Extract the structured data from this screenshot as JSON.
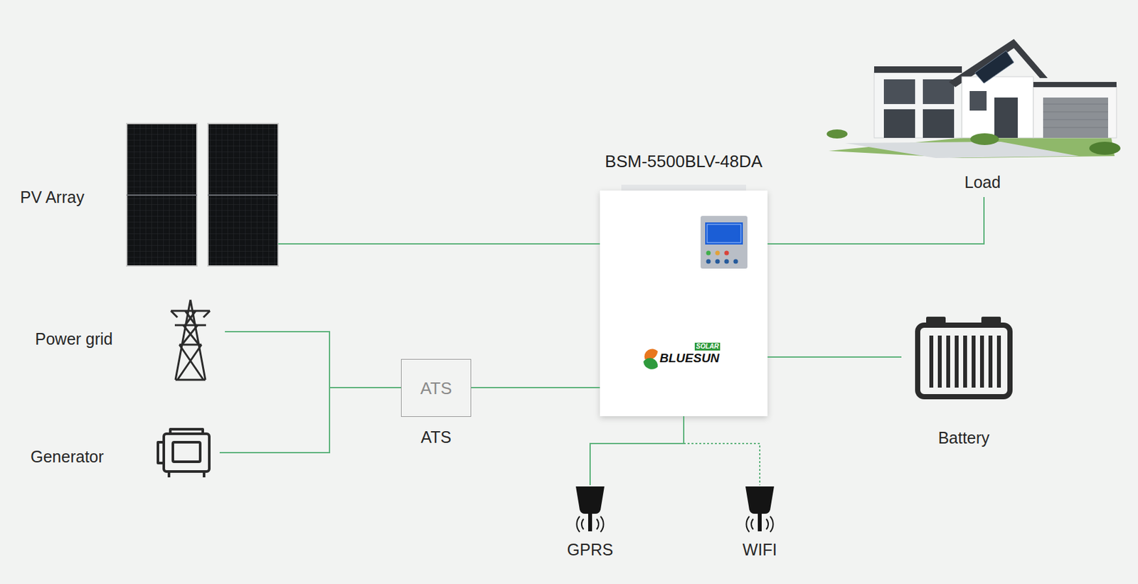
{
  "diagram": {
    "nodes": [
      {
        "text": [
          "PV Array"
        ]
      },
      {
        "text": [
          "Power grid"
        ]
      },
      {
        "text": [
          "Generator"
        ]
      },
      {
        "text": [
          "ATS",
          "ATS"
        ]
      },
      {
        "text": [
          "BSM-5500BLV-48DA",
          "BLUESUN",
          "SOLAR"
        ]
      },
      {
        "text": [
          "Load"
        ]
      },
      {
        "text": [
          "Battery"
        ]
      },
      {
        "text": [
          "GPRS"
        ]
      },
      {
        "text": [
          "WIFI"
        ]
      }
    ],
    "edges": [
      {
        "from": 0,
        "to": 4,
        "arrow": "none"
      },
      {
        "from": 1,
        "to": 3,
        "arrow": "none"
      },
      {
        "from": 2,
        "to": 3,
        "arrow": "none"
      },
      {
        "from": 3,
        "to": 4,
        "arrow": "none"
      },
      {
        "from": 4,
        "to": 5,
        "arrow": "none"
      },
      {
        "from": 4,
        "to": 6,
        "arrow": "none"
      },
      {
        "from": 4,
        "to": 7,
        "arrow": "none"
      },
      {
        "from": 4,
        "to": 8,
        "arrow": "none"
      }
    ]
  }
}
